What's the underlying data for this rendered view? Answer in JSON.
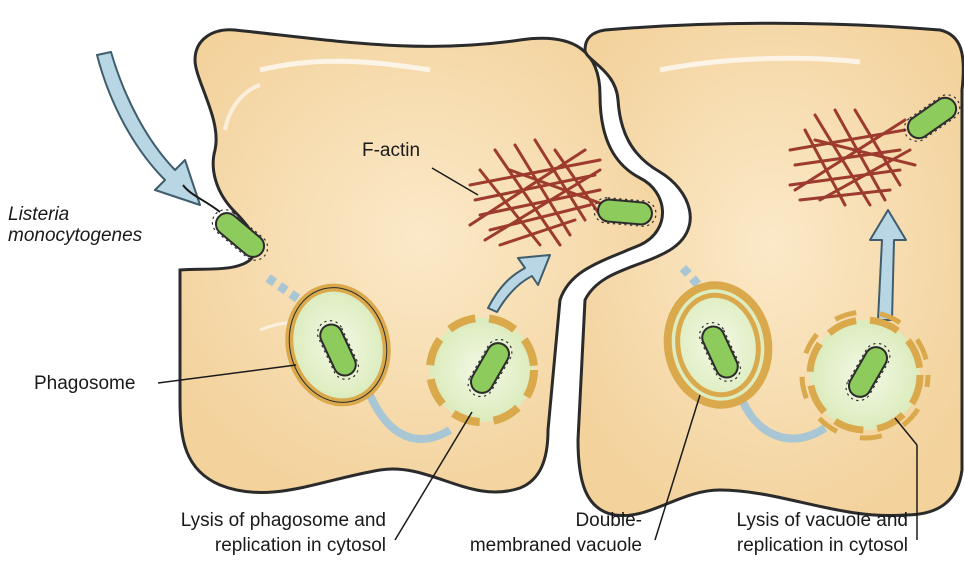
{
  "labels": {
    "listeria_line1": "Listeria",
    "listeria_line2": "monocytogenes",
    "factin": "F-actin",
    "phagosome": "Phagosome",
    "lysis_phagosome_line1": "Lysis of phagosome and",
    "lysis_phagosome_line2": "replication in cytosol",
    "double_line1": "Double-",
    "double_line2": "membraned vacuole",
    "lysis_vacuole_line1": "Lysis of vacuole and",
    "lysis_vacuole_line2": "replication in cytosol"
  },
  "colors": {
    "cell_fill": "#f7ddb0",
    "cell_outline": "#2b2b2b",
    "membrane": "#d9a94c",
    "bacterium": "#8ccb5c",
    "vacuole_fill": "#e4f1cf",
    "actin": "#9c3b2e",
    "arrow": "#b9d6e4",
    "arrow_outline": "#3f5d6c",
    "connector": "#a9c6d4"
  }
}
